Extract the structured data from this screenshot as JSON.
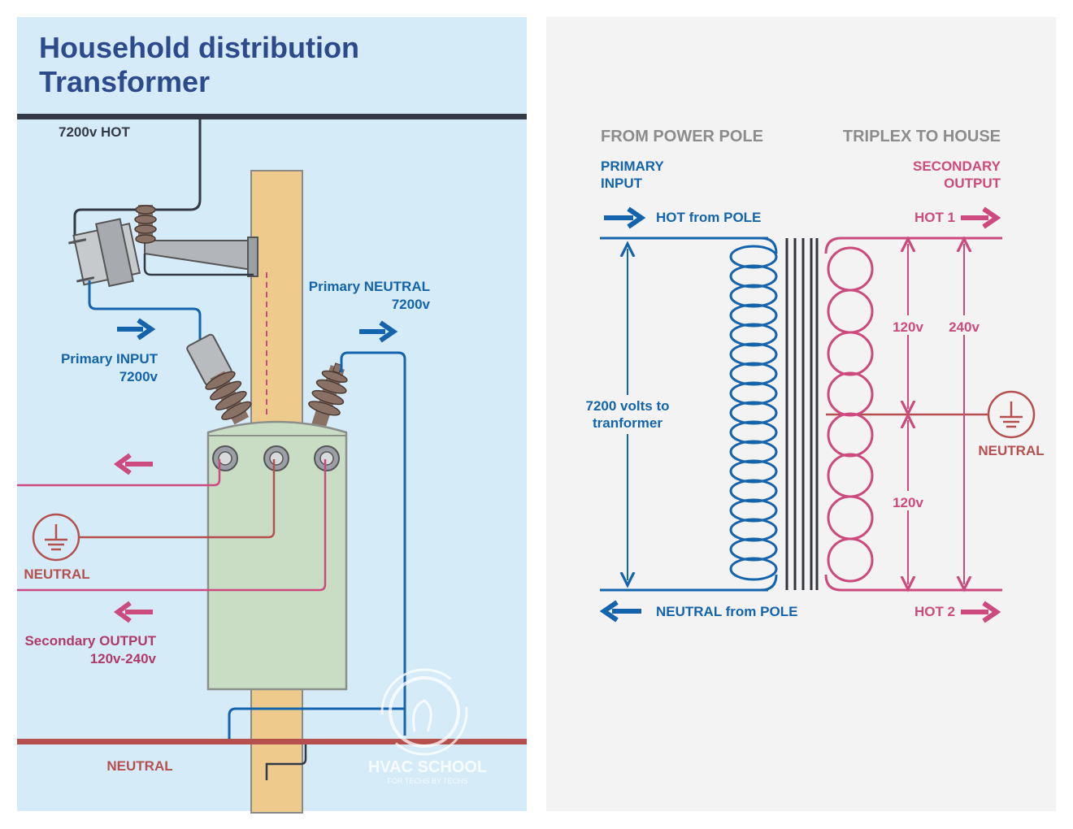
{
  "colors": {
    "left_bg": "#d6ebf8",
    "right_bg": "#f3f3f3",
    "title": "#2c4a8c",
    "dark": "#333a45",
    "blue": "#1464ad",
    "pink": "#cc4a7e",
    "brown_red": "#b5504e",
    "gray_text": "#8c8c8c",
    "pole": "#eecb8d",
    "tank": "#c9dcc4",
    "insulator": "#8a7166",
    "core": "#33363d"
  },
  "left": {
    "title_line1": "Household distribution",
    "title_line2": "Transformer",
    "hot_line_label": "7200v HOT",
    "primary_input_line1": "Primary INPUT",
    "primary_input_line2": "7200v",
    "primary_neutral_line1": "Primary NEUTRAL",
    "primary_neutral_line2": "7200v",
    "neutral_label": "NEUTRAL",
    "secondary_output_line1": "Secondary OUTPUT",
    "secondary_output_line2": "120v-240v",
    "bottom_neutral_label": "NEUTRAL",
    "watermark_name": "HVAC SCHOOL",
    "watermark_tagline": "FOR TECHS BY TECHS"
  },
  "right": {
    "from_pole_header": "FROM POWER POLE",
    "triplex_header": "TRIPLEX TO HOUSE",
    "primary_input_line1": "PRIMARY",
    "primary_input_line2": "INPUT",
    "secondary_output_line1": "SECONDARY",
    "secondary_output_line2": "OUTPUT",
    "hot_from_pole": "HOT from POLE",
    "hot1": "HOT 1",
    "neutral_from_pole": "NEUTRAL from POLE",
    "hot2": "HOT 2",
    "primary_voltage_line1": "7200 volts to",
    "primary_voltage_line2": "tranformer",
    "v120_top": "120v",
    "v240": "240v",
    "v120_bottom": "120v",
    "neutral_label": "NEUTRAL"
  },
  "icons": [
    "arrow-right-icon",
    "arrow-left-icon",
    "ground-icon",
    "hvac-school-logo-icon"
  ]
}
